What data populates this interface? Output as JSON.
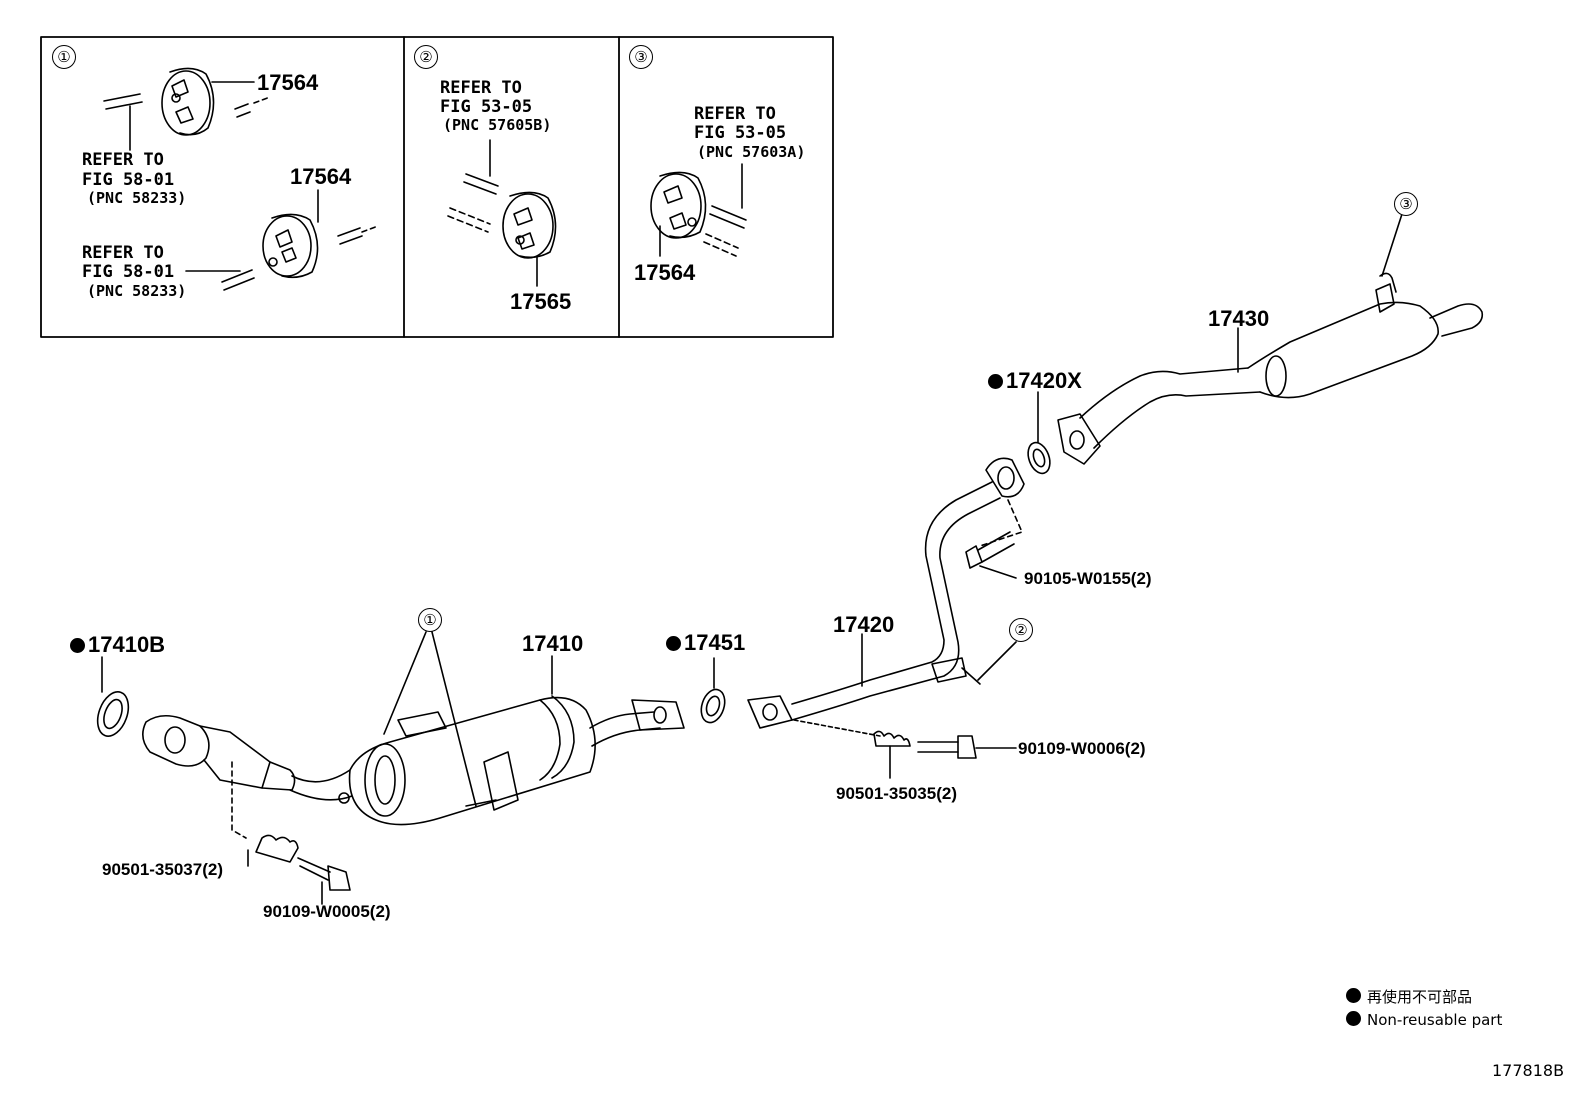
{
  "insets": [
    {
      "number": "①",
      "labels": {
        "a": "17564",
        "b": "17564",
        "refer1": [
          "REFER TO",
          "FIG 58-01",
          "(PNC 58233)"
        ],
        "refer2": [
          "REFER TO",
          "FIG 58-01",
          "(PNC 58233)"
        ]
      }
    },
    {
      "number": "②",
      "labels": {
        "a": "17565",
        "refer": [
          "REFER TO",
          "FIG 53-05",
          "(PNC 57605B)"
        ]
      }
    },
    {
      "number": "③",
      "labels": {
        "a": "17564",
        "refer": [
          "REFER TO",
          "FIG 53-05",
          "(PNC 57603A)"
        ]
      }
    }
  ],
  "parts": {
    "p17410B": "17410B",
    "p17410": "17410",
    "p17451": "17451",
    "p17420": "17420",
    "p17420X": "17420X",
    "p17430": "17430",
    "b90105": "90105-W0155(2)",
    "b90109a": "90109-W0006(2)",
    "s90501a": "90501-35035(2)",
    "s90501b": "90501-35037(2)",
    "b90109b": "90109-W0005(2)"
  },
  "callouts": {
    "c1": "①",
    "c2": "②",
    "c3": "③"
  },
  "legend": {
    "jp": "再使用不可部品",
    "en": "Non-reusable part"
  },
  "figure_id": "177818B"
}
